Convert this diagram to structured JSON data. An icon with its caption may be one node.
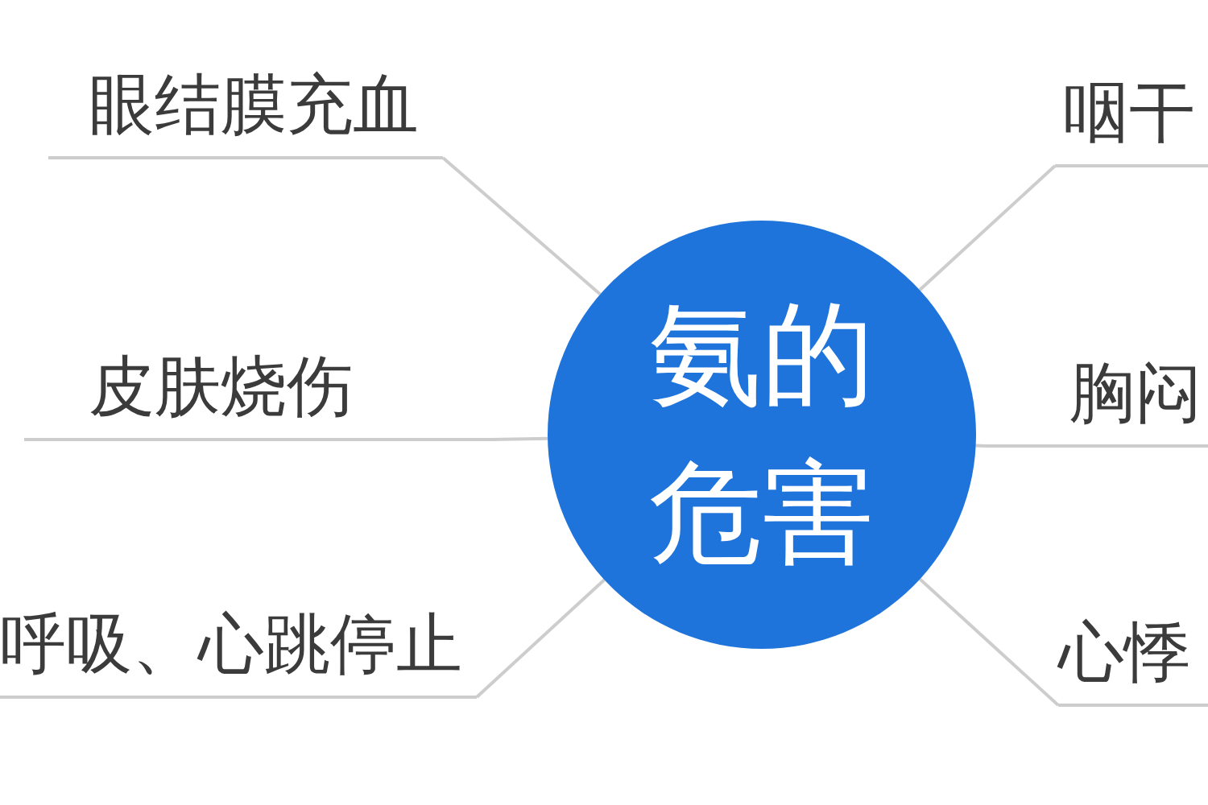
{
  "diagram": {
    "nodes": [
      {
        "text": [
          "氨的危害"
        ]
      },
      {
        "text": [
          "眼结膜充血"
        ]
      },
      {
        "text": [
          "皮肤烧伤"
        ]
      },
      {
        "text": [
          "呼吸、心跳停止"
        ]
      },
      {
        "text": [
          "咽干"
        ]
      },
      {
        "text": [
          "胸闷"
        ]
      },
      {
        "text": [
          "心悸"
        ]
      }
    ],
    "edges": [
      {
        "from": 0,
        "to": 1,
        "arrow": "none"
      },
      {
        "from": 0,
        "to": 2,
        "arrow": "none"
      },
      {
        "from": 0,
        "to": 3,
        "arrow": "none"
      },
      {
        "from": 0,
        "to": 4,
        "arrow": "none"
      },
      {
        "from": 0,
        "to": 5,
        "arrow": "none"
      },
      {
        "from": 0,
        "to": 6,
        "arrow": "none"
      }
    ]
  }
}
